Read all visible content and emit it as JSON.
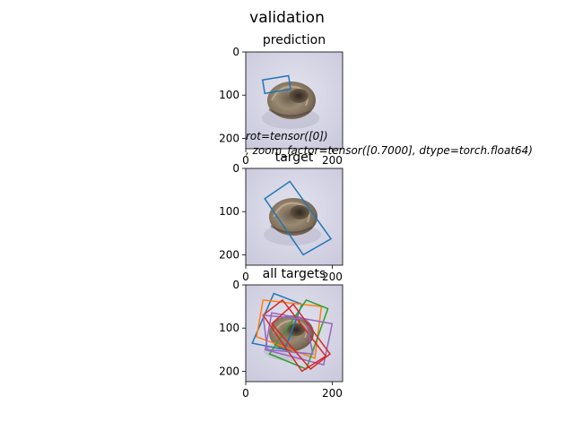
{
  "figure": {
    "suptitle": "validation"
  },
  "annotation": {
    "line1": "rot=tensor([0])",
    "line2": ", zoom_factor=tensor([0.7000], dtype=torch.float64)"
  },
  "colors": {
    "blue": "#1f77b4",
    "orange": "#ff7f0e",
    "green": "#2ca02c",
    "red": "#d62728",
    "purple": "#9467bd"
  },
  "chart_data": [
    {
      "type": "image-with-boxes",
      "title": "prediction",
      "xlim": [
        0,
        224
      ],
      "ylim": [
        224,
        0
      ],
      "xticks": [
        0,
        200
      ],
      "yticks": [
        0,
        100,
        200
      ],
      "image_icon": "snail-shell-photo",
      "boxes": [
        {
          "color": "blue",
          "points": [
            [
              39,
              65
            ],
            [
              99,
              55
            ],
            [
              104,
              86
            ],
            [
              44,
              96
            ]
          ]
        }
      ]
    },
    {
      "type": "image-with-boxes",
      "title": "target",
      "xlim": [
        0,
        224
      ],
      "ylim": [
        224,
        0
      ],
      "xticks": [
        0,
        200
      ],
      "yticks": [
        0,
        100,
        200
      ],
      "image_icon": "snail-shell-photo",
      "boxes": [
        {
          "color": "blue",
          "points": [
            [
              102,
              30
            ],
            [
              197,
              163
            ],
            [
              133,
              200
            ],
            [
              44,
              70
            ]
          ]
        }
      ]
    },
    {
      "type": "image-with-boxes",
      "title": "all targets",
      "xlim": [
        0,
        224
      ],
      "ylim": [
        224,
        0
      ],
      "xticks": [
        0,
        200
      ],
      "yticks": [
        0,
        100,
        200
      ],
      "image_icon": "snail-shell-photo",
      "boxes": [
        {
          "color": "blue",
          "points": [
            [
              65,
              20
            ],
            [
              130,
              45
            ],
            [
              90,
              150
            ],
            [
              15,
              135
            ]
          ]
        },
        {
          "color": "orange",
          "points": [
            [
              40,
              35
            ],
            [
              175,
              50
            ],
            [
              160,
              170
            ],
            [
              25,
              120
            ]
          ]
        },
        {
          "color": "green",
          "points": [
            [
              140,
              35
            ],
            [
              190,
              55
            ],
            [
              140,
              195
            ],
            [
              55,
              160
            ]
          ]
        },
        {
          "color": "purple",
          "points": [
            [
              60,
              65
            ],
            [
              200,
              90
            ],
            [
              180,
              185
            ],
            [
              45,
              150
            ]
          ]
        },
        {
          "color": "red",
          "points": [
            [
              85,
              35
            ],
            [
              185,
              165
            ],
            [
              130,
              200
            ],
            [
              40,
              70
            ]
          ]
        },
        {
          "color": "purple",
          "points": [
            [
              40,
              70
            ],
            [
              140,
              80
            ],
            [
              155,
              160
            ],
            [
              50,
              150
            ]
          ]
        },
        {
          "color": "red",
          "points": [
            [
              110,
              45
            ],
            [
              195,
              160
            ],
            [
              150,
              195
            ],
            [
              60,
              90
            ]
          ]
        }
      ]
    }
  ]
}
